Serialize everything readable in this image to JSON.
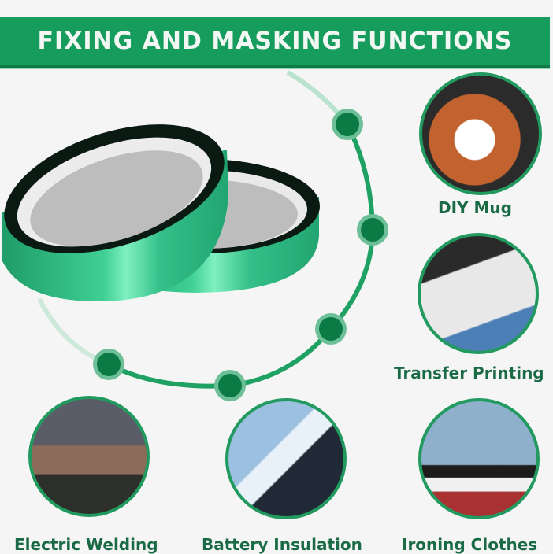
{
  "banner": {
    "title": "FIXING AND MASKING FUNCTIONS",
    "bg_color": "#169c5c"
  },
  "product": {
    "name": "green-tape-rolls",
    "roll_count": 2,
    "tape_color": "#2fbf86"
  },
  "arc": {
    "dot_count": 5,
    "color": "#0c7a45"
  },
  "applications": [
    {
      "label": "DIY Mug",
      "icon": "mug-photo"
    },
    {
      "label": "Transfer Printing",
      "icon": "tshirt-press-photo"
    },
    {
      "label": "Electric Welding",
      "icon": "soldering-photo"
    },
    {
      "label": "Battery Insulation",
      "icon": "battery-sparks-photo"
    },
    {
      "label": "Ironing Clothes",
      "icon": "iron-photo"
    }
  ]
}
